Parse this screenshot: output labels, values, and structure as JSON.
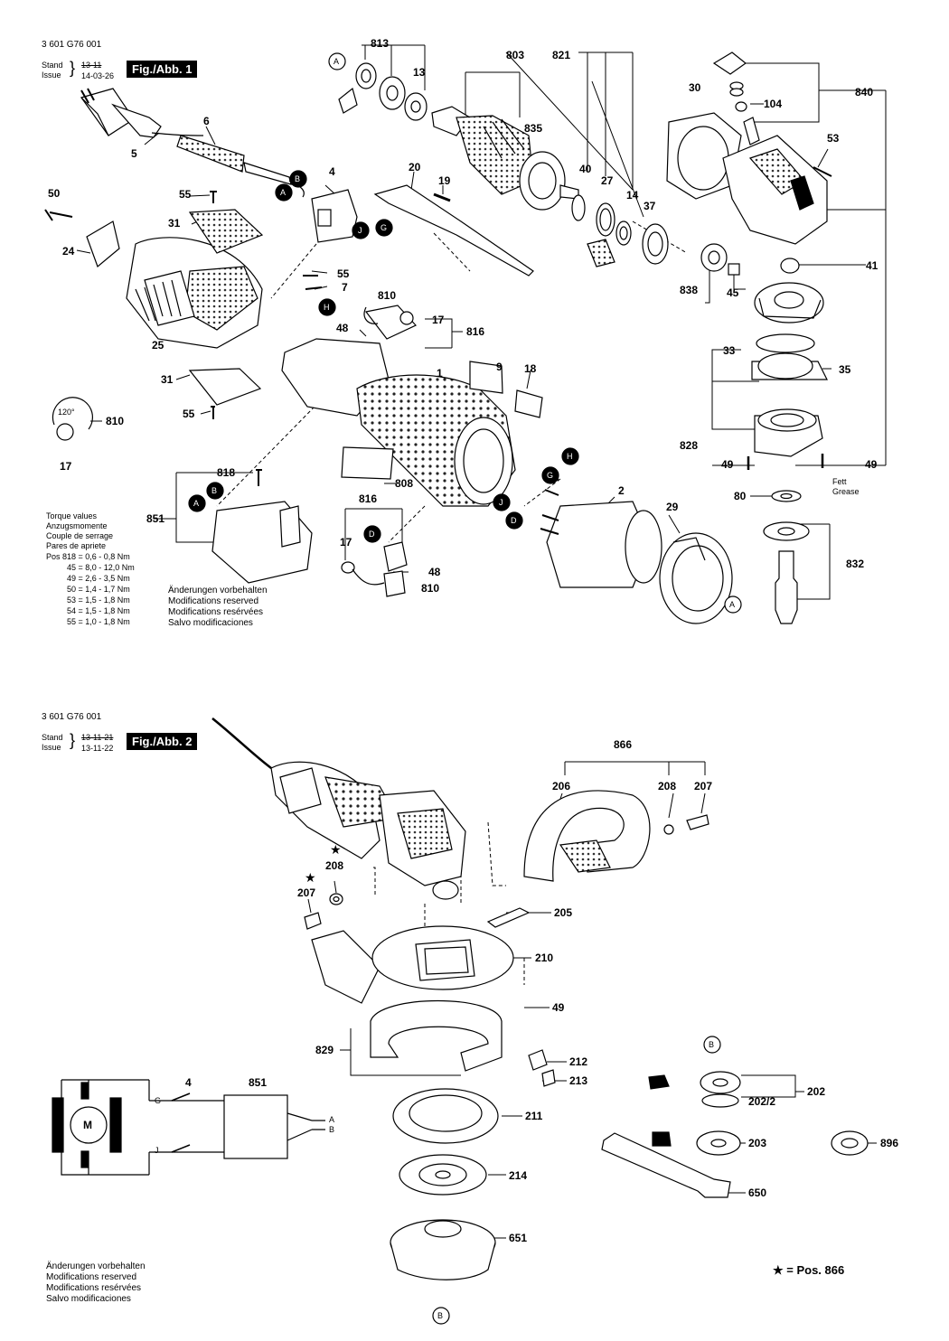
{
  "fig1": {
    "doc_id": "3 601 G76 001",
    "stand_label": "Stand",
    "issue_label": "Issue",
    "stand_date": "13-11",
    "issue_date": "14-03-26",
    "title": "Fig./Abb. 1",
    "torque": {
      "heading": [
        "Torque values",
        "Anzugsmomente",
        "Couple de serrage",
        "Pares de apriete"
      ],
      "rows": [
        "Pos 818 =  0,6 - 0,8 Nm",
        "45 =  8,0 - 12,0 Nm",
        "49 =  2,6 - 3,5 Nm",
        "50 =  1,4 - 1,7 Nm",
        "53 =  1,5 - 1,8 Nm",
        "54 =  1,5 - 1,8 Nm",
        "55 =  1,0 - 1,8 Nm"
      ]
    },
    "notes": [
      "Änderungen vorbehalten",
      "Modifications reserved",
      "Modifications resérvées",
      "Salvo modificaciones"
    ],
    "angle_label": "120°",
    "grease": [
      "Fett",
      "Grease"
    ],
    "part_numbers": {
      "p813": "813",
      "p803": "803",
      "p821": "821",
      "p13": "13",
      "p6": "6",
      "p5": "5",
      "p835": "835",
      "p30": "30",
      "p104": "104",
      "p840": "840",
      "p53": "53",
      "p4": "4",
      "p20": "20",
      "p19": "19",
      "p40": "40",
      "p27": "27",
      "p14": "14",
      "p37": "37",
      "p50": "50",
      "p55a": "55",
      "p31a": "31",
      "p24": "24",
      "p41": "41",
      "p838": "838",
      "p45": "45",
      "p55b": "55",
      "p7": "7",
      "p810a": "810",
      "p17a": "17",
      "p816a": "816",
      "p48a": "48",
      "p25": "25",
      "p33": "33",
      "p35": "35",
      "p1": "1",
      "p9": "9",
      "p18": "18",
      "p31b": "31",
      "p55c": "55",
      "p810b": "810",
      "p17b": "17",
      "p828": "828",
      "p49a": "49",
      "p49b": "49",
      "p818": "818",
      "p808": "808",
      "p80": "80",
      "p2": "2",
      "p851": "851",
      "p816b": "816",
      "p29": "29",
      "p17c": "17",
      "p48b": "48",
      "p810c": "810",
      "p832": "832"
    },
    "callouts": {
      "a_top": "A",
      "b_plug": "B",
      "a_plug": "A",
      "j_sw": "J",
      "g_sw": "G",
      "h_brush": "H",
      "b_sup": "B",
      "a_sup": "A",
      "h_field": "H",
      "g_field": "G",
      "j_field": "J",
      "d_field": "D",
      "d_brush": "D",
      "a_bottom": "A"
    }
  },
  "fig2": {
    "doc_id": "3 601 G76 001",
    "stand_label": "Stand",
    "issue_label": "Issue",
    "stand_date": "13-11-21",
    "issue_date": "13-11-22",
    "title": "Fig./Abb. 2",
    "part_numbers": {
      "p866": "866",
      "p206": "206",
      "p208": "208",
      "p207": "207",
      "p208s": "208",
      "p207s": "207",
      "p205": "205",
      "p210": "210",
      "p49": "49",
      "p829": "829",
      "p212": "212",
      "p213": "213",
      "p211": "211",
      "p4": "4",
      "p851": "851",
      "p202": "202",
      "p2022": "202/2",
      "p203": "203",
      "p896": "896",
      "p214": "214",
      "p650": "650",
      "p651": "651"
    },
    "callouts": {
      "b_flange": "B",
      "b_bottom": "B"
    },
    "wiring": {
      "motor": "M",
      "g": "G",
      "j": "J",
      "a": "A",
      "b": "B"
    },
    "star_note": "★ = Pos.  866",
    "notes": [
      "Änderungen vorbehalten",
      "Modifications reserved",
      "Modifications resérvées",
      "Salvo modificaciones"
    ]
  }
}
